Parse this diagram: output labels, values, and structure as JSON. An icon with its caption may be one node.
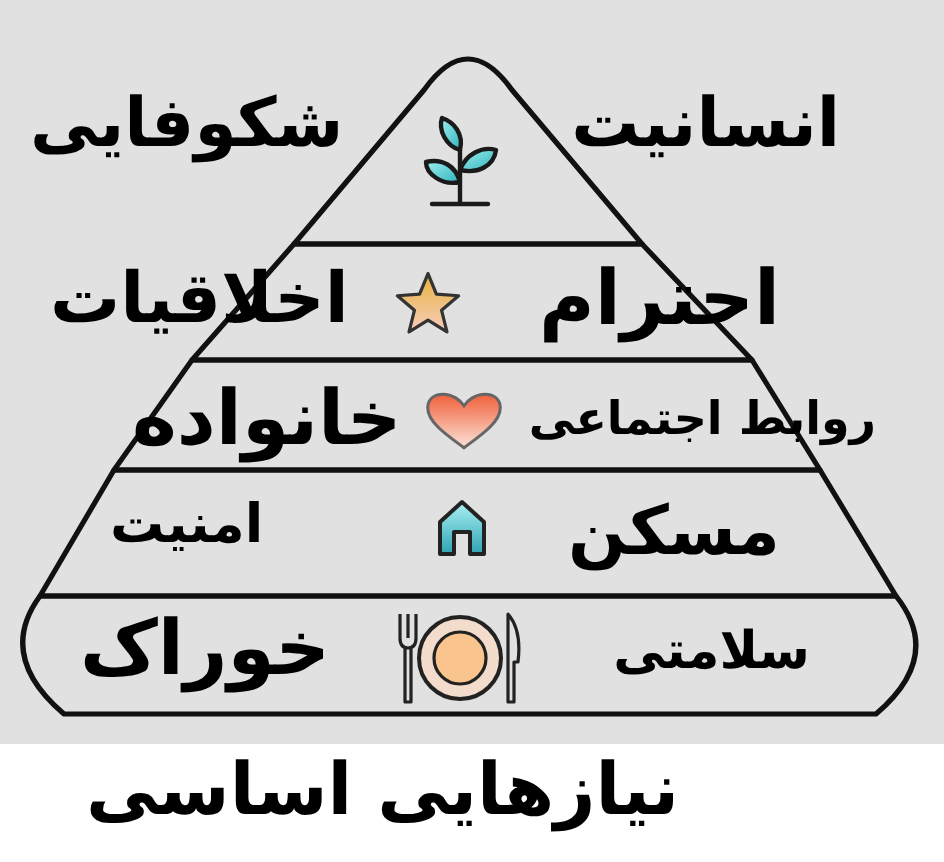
{
  "diagram": {
    "caption": "نیازهایی اساسی",
    "nodes": [
      {
        "text": [
          "انسانیت",
          "شکوفایی"
        ]
      },
      {
        "text": [
          "احترام",
          "اخلاقیات"
        ]
      },
      {
        "text": [
          "روابط اجتماعی",
          "خانواده"
        ]
      },
      {
        "text": [
          "مسکن",
          "امنیت"
        ]
      },
      {
        "text": [
          "سلامتی",
          "خوراک"
        ]
      }
    ]
  }
}
